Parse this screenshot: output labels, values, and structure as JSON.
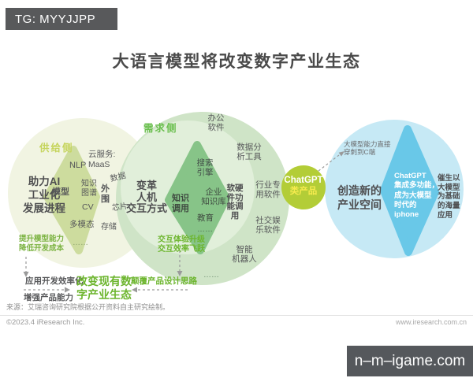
{
  "overlay": {
    "tg_badge": "TG: MYYJJPP",
    "watermark": "n–m–igame.com"
  },
  "header": {
    "title": "大语言模型将改变数字产业生态"
  },
  "diagram": {
    "supply": {
      "label": "供给侧",
      "heading": "助力AI\n工业化\n发展进程",
      "cloud": "云服务:\nMaaS",
      "items": {
        "nlp": "NLP",
        "model": "模型",
        "knowledge_graph": "知识\n图谱",
        "cv": "CV",
        "multimodal": "多模态",
        "outer": "外\n围",
        "data": "数据",
        "chip": "芯片",
        "storage": "存储",
        "ellipsis": "……"
      }
    },
    "demand": {
      "label": "需求侧",
      "heading": "变革\n人机\n交互方式",
      "knowledge_call": "知识\n调用",
      "items": {
        "search": "搜索\n引擎",
        "enterprise_kb": "企业\n知识库",
        "education": "教育",
        "ellipsis_core": "……",
        "office": "办公\n软件",
        "data_analysis": "数据分\n析工具",
        "industry_software": "行业专\n用软件",
        "social": "社交娱\n乐软件",
        "robot": "智能\n机器人",
        "ellipsis_outer": "……",
        "hw_sw_call": "软硬\n件功\n能调\n用"
      }
    },
    "chatgpt": {
      "line1": "ChatGPT",
      "line2": "类产品"
    },
    "new_space": {
      "heading": "创造新的\n产业空间",
      "iphone_note": "ChatGPT\n集成多功能，\n成为大模型\n时代的\niphone",
      "mass_apps": "催生以\n大模型\n为基础\n的海量\n应用",
      "c_end_note": "大模型能力直接\n穿刺到C端"
    },
    "annotations": {
      "supply_effect": "提升模型能力\n降低开发成本",
      "app_efficiency": "应用开发效率化",
      "product_power": "增强产品能力",
      "ecosystem": "改变现有数\n字产业生态",
      "design_rethink": "颠覆产品设计思路",
      "interaction": "交互体验升级\n交互效率飞跃"
    }
  },
  "footer": {
    "source": "来源：艾瑞咨询研究院根据公开资料自主研究绘制。",
    "copyright": "©2023.4 iResearch Inc.",
    "website": "www.iresearch.com.cn"
  },
  "colors": {
    "supply_circle": "#f1f4e2",
    "supply_kite": "#cddc9e",
    "supply_label": "#c5d45b",
    "demand_circle": "#cfe4c7",
    "demand_circle_inner": "#e1efda",
    "demand_kite": "#87c488",
    "demand_label": "#6abf4e",
    "chatgpt_node": "#b3cd37",
    "chatgpt_node_sub": "#f6eb4e",
    "new_space_circle": "#c6e9f5",
    "new_space_kite": "#69c8e8",
    "annotation_green": "#6cb52d",
    "text_dark": "#4f4f51",
    "badge_bg": "#58595b"
  }
}
